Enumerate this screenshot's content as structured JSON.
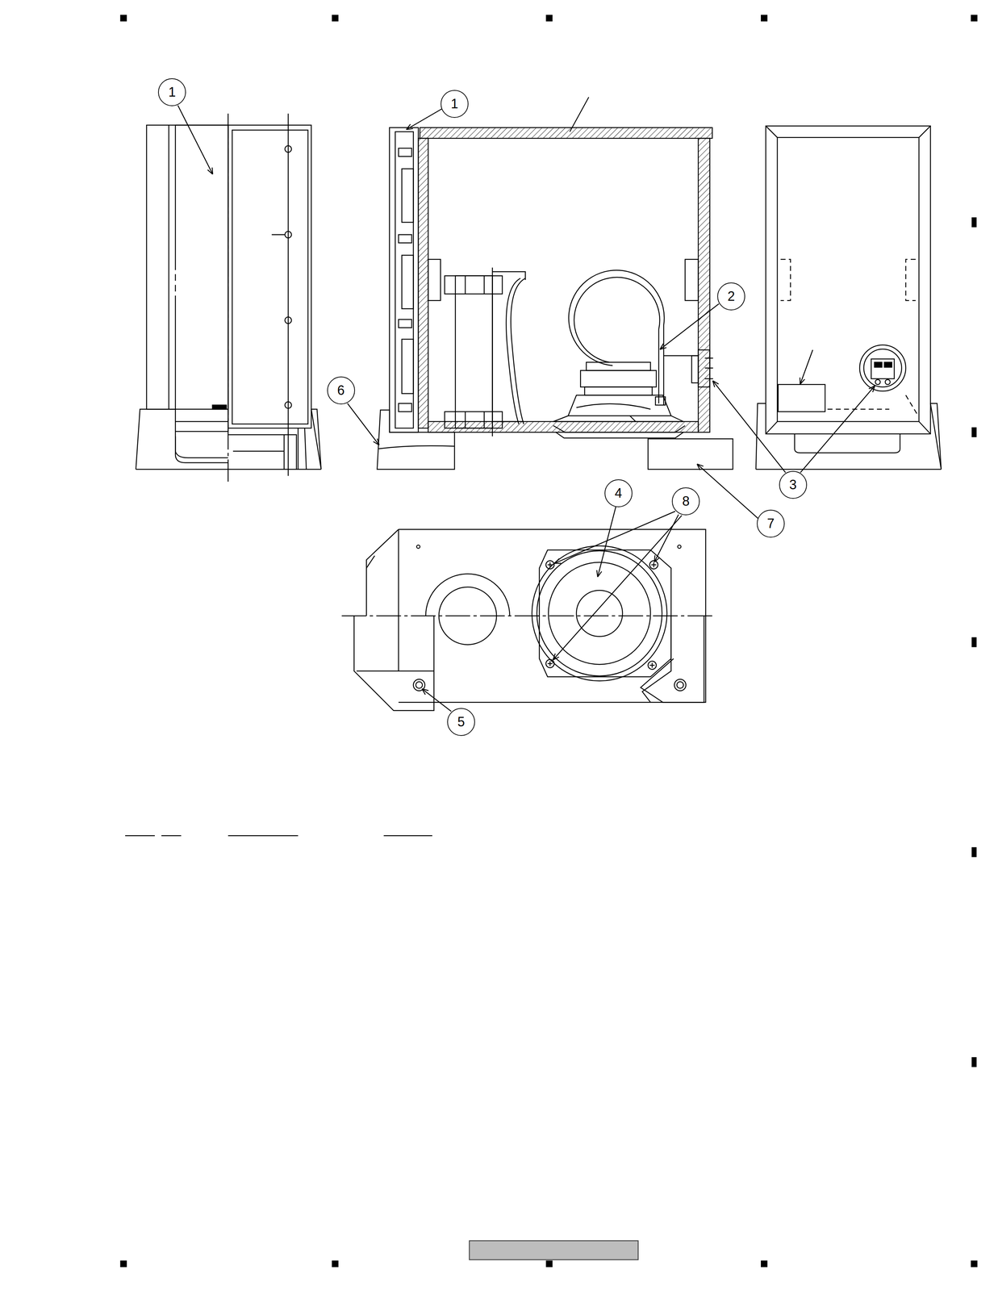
{
  "diagram": {
    "nodes": [
      {
        "text": [
          "1"
        ]
      },
      {
        "text": [
          "1"
        ]
      },
      {
        "text": [
          "2"
        ]
      },
      {
        "text": [
          "6"
        ]
      },
      {
        "text": [
          "3"
        ]
      },
      {
        "text": [
          "4"
        ]
      },
      {
        "text": [
          "8"
        ]
      },
      {
        "text": [
          "7"
        ]
      },
      {
        "text": [
          "5"
        ]
      }
    ]
  }
}
